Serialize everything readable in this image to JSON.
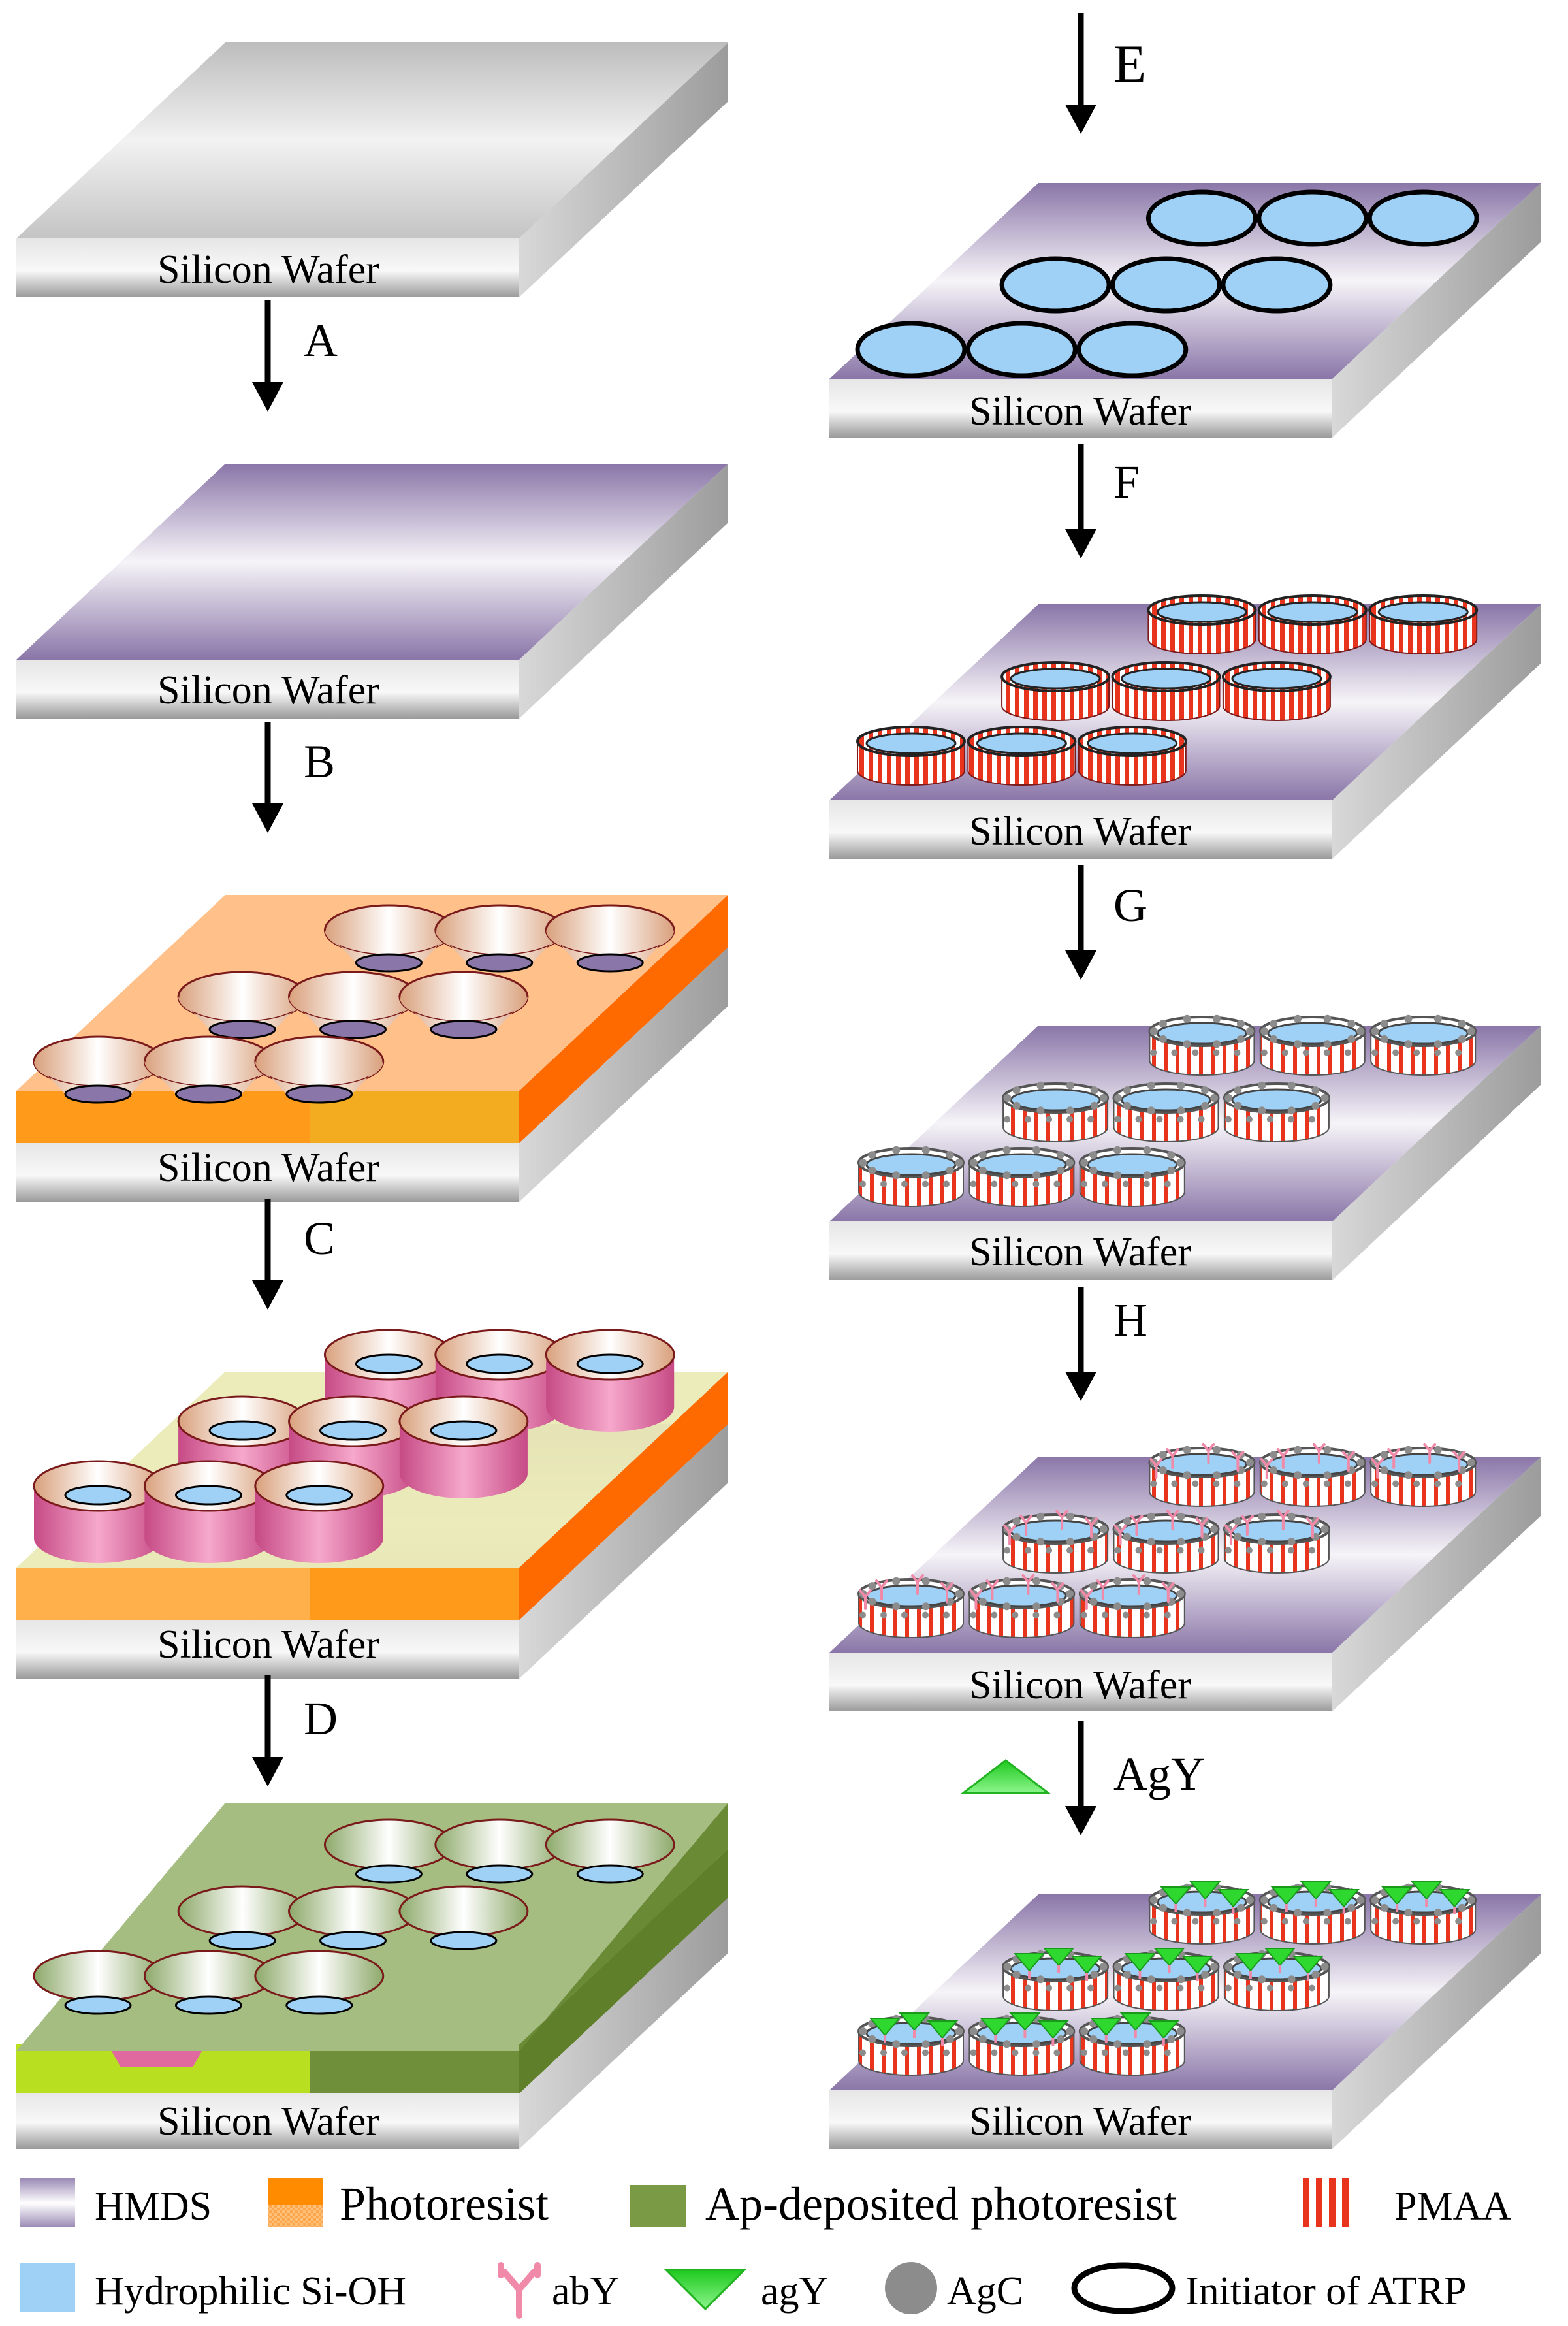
{
  "substrate_label": "Silicon Wafer",
  "steps": {
    "A": "A",
    "B": "B",
    "C": "C",
    "D": "D",
    "E": "E",
    "F": "F",
    "G": "G",
    "H": "H",
    "agy": "AgY"
  },
  "legend": {
    "hmds": "HMDS",
    "photoresist": "Photoresist",
    "ap_deposited": "Ap-deposited photoresist",
    "pmaa": "PMAA",
    "hydrophilic": "Hydrophilic Si-OH",
    "aby": "abY",
    "agy": "agY",
    "agc": "AgC",
    "initiator": "Initiator of ATRP"
  },
  "colors": {
    "hmds": "#8a76a8",
    "photoresist": "#ff8c00",
    "photoresist_light": "#ffc08a",
    "ap_deposited": "#7a9a45",
    "pmaa": "#e8341c",
    "hydrophilic": "#9fd0f5",
    "aby": "#f08aa8",
    "agy": "#2fd82f",
    "agc": "#8c8c8c",
    "silicon": "#b8b8b8",
    "pink_ring": "#e06aa0"
  }
}
